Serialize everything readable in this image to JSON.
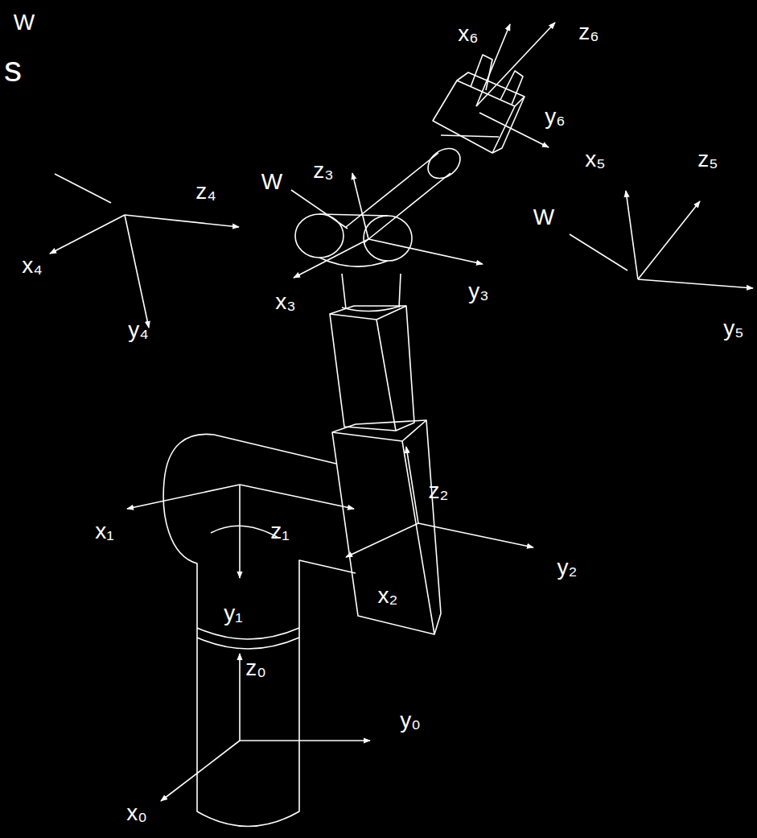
{
  "diagram": {
    "labels": [
      "s",
      "W",
      "z₄",
      "x₄",
      "y₄",
      "z₃",
      "W",
      "x₃",
      "y₃",
      "x₆",
      "z₆",
      "y₆",
      "x₅",
      "z₅",
      "W",
      "y₅",
      "x₁",
      "z₁",
      "y₁",
      "z₂",
      "y₂",
      "x₂",
      "z₀",
      "y₀",
      "x₀"
    ]
  }
}
